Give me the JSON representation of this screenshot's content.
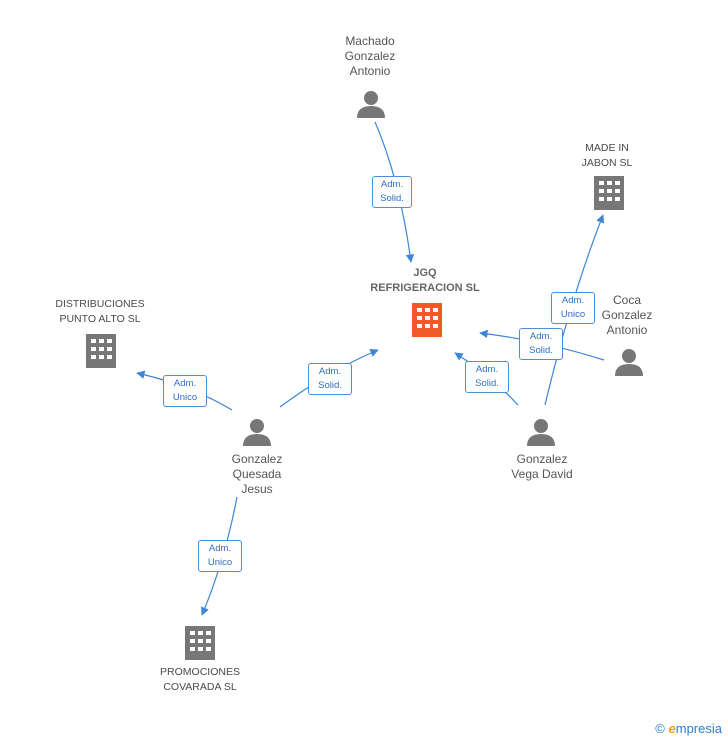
{
  "colors": {
    "edge": "#3d85d6",
    "person": "#777777",
    "company": "#777777",
    "focus": "#f05a28"
  },
  "nodes": {
    "machado": {
      "label": "Machado\nGonzalez\nAntonio",
      "type": "person"
    },
    "jgq": {
      "label": "JGQ\nREFRIGERACION SL",
      "type": "company-focus"
    },
    "made_in_jabon": {
      "label": "MADE IN\nJABON SL",
      "type": "company"
    },
    "coca": {
      "label": "Coca\nGonzalez\nAntonio",
      "type": "person"
    },
    "distribuciones": {
      "label": "DISTRIBUCIONES\nPUNTO ALTO SL",
      "type": "company"
    },
    "quesada": {
      "label": "Gonzalez\nQuesada\nJesus",
      "type": "person"
    },
    "vega": {
      "label": "Gonzalez\nVega David",
      "type": "person"
    },
    "promociones": {
      "label": "PROMOCIONES\nCOVARADA  SL",
      "type": "company"
    }
  },
  "edges": [
    {
      "from": "machado",
      "to": "jgq",
      "label": "Adm.\nSolid."
    },
    {
      "from": "quesada",
      "to": "jgq",
      "label": "Adm.\nSolid."
    },
    {
      "from": "coca",
      "to": "jgq",
      "label": "Adm.\nSolid."
    },
    {
      "from": "vega",
      "to": "jgq",
      "label": "Adm.\nSolid."
    },
    {
      "from": "vega",
      "to": "made_in_jabon",
      "label": "Adm.\nUnico"
    },
    {
      "from": "quesada",
      "to": "distribuciones",
      "label": "Adm.\nUnico"
    },
    {
      "from": "quesada",
      "to": "promociones",
      "label": "Adm.\nUnico"
    }
  ],
  "footer": {
    "copyright": "©",
    "brand_initial": "e",
    "brand_rest": "mpresia"
  }
}
